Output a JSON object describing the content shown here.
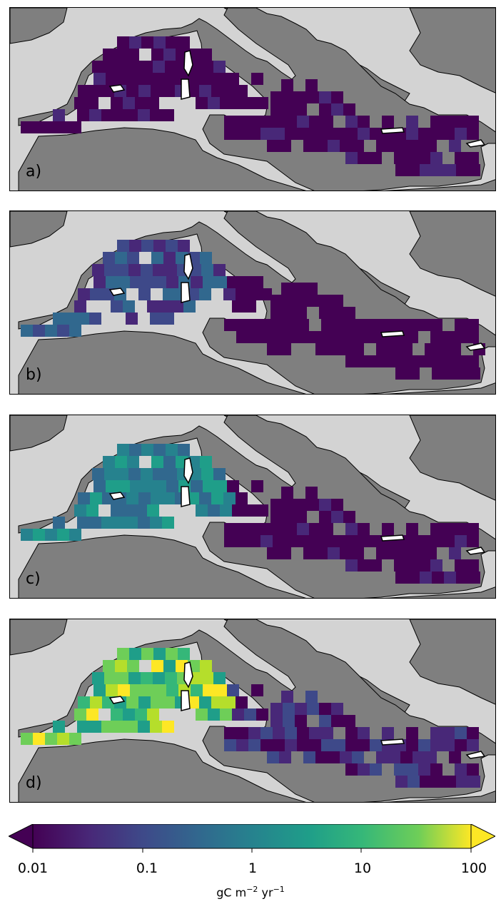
{
  "panels": [
    {
      "label": "a)",
      "level_profile": "low"
    },
    {
      "label": "b)",
      "level_profile": "low-mid"
    },
    {
      "label": "c)",
      "level_profile": "mid"
    },
    {
      "label": "d)",
      "level_profile": "high"
    }
  ],
  "colorbar": {
    "colormap": "viridis",
    "scale": "log",
    "range": [
      0.01,
      100
    ],
    "extend": "both",
    "ticks": [
      "0.01",
      "0.1",
      "1",
      "10",
      "100"
    ],
    "units": "gC m⁻² yr⁻¹",
    "units_parts": {
      "base": "gC m",
      "exp1": "−2",
      "mid": " yr",
      "exp2": "−1"
    }
  },
  "colors": {
    "land": "#7f7f7f",
    "background": "#d3d3d3",
    "coast": "#000000"
  }
}
